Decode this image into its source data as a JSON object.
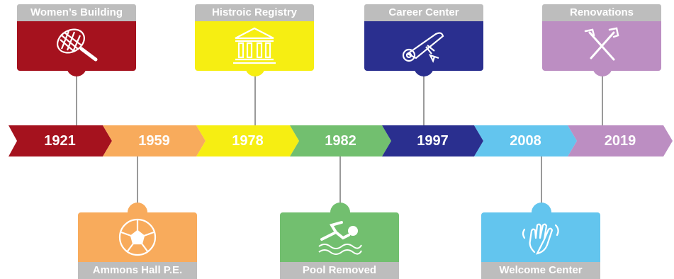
{
  "colors": {
    "red": "#a5121e",
    "orange": "#f8ab5c",
    "yellow": "#f6ee12",
    "green": "#72bf6f",
    "navy": "#2a2f8f",
    "lightblue": "#63c5ee",
    "purple": "#bc8ec2",
    "label_bar": "#bdbdbd",
    "connector": "#9a9a9a"
  },
  "years": [
    "1921",
    "1959",
    "1978",
    "1982",
    "1997",
    "2008",
    "2019"
  ],
  "events": [
    {
      "label": "Women’s Building",
      "year": "1921",
      "icon": "tennis-racket-icon"
    },
    {
      "label": "Ammons Hall P.E.",
      "year": "1959",
      "icon": "soccer-ball-icon"
    },
    {
      "label": "Histroic Registry",
      "year": "1978",
      "icon": "historic-building-icon"
    },
    {
      "label": "Pool Removed",
      "year": "1982",
      "icon": "swimmer-icon"
    },
    {
      "label": "Career Center",
      "year": "1997",
      "icon": "diploma-icon"
    },
    {
      "label": "Welcome Center",
      "year": "2008",
      "icon": "waving-hand-icon"
    },
    {
      "label": "Renovations",
      "year": "2019",
      "icon": "tools-icon"
    }
  ]
}
